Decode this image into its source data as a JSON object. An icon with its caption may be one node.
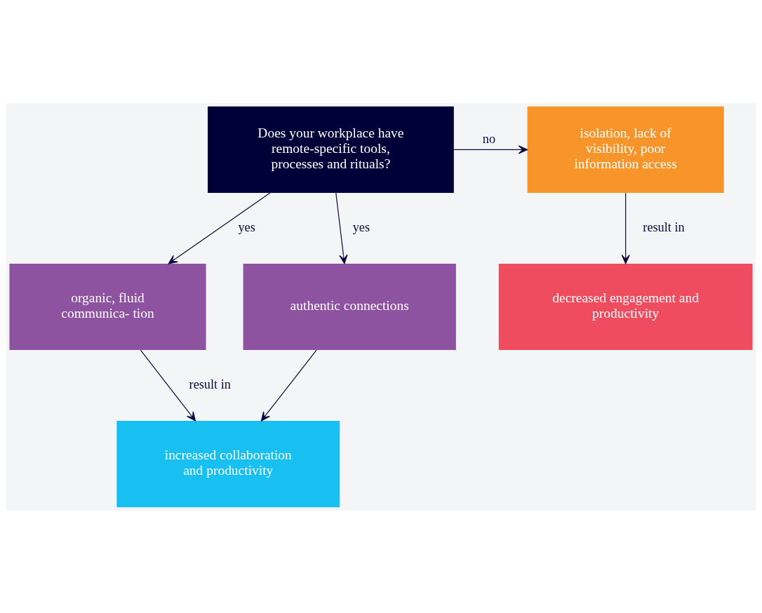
{
  "diagram": {
    "nodes": [
      {
        "text": [
          "Does your workplace have remote-specific tools, processes and rituals?"
        ]
      },
      {
        "text": [
          "isolation, lack of visibility, poor information access"
        ]
      },
      {
        "text": [
          "organic, fluid communica- tion"
        ]
      },
      {
        "text": [
          "authentic connections"
        ]
      },
      {
        "text": [
          "decreased engagement and productivity"
        ]
      },
      {
        "text": [
          "increased collaboration and productivity"
        ]
      }
    ],
    "edges": [
      {
        "from": 0,
        "to": 1,
        "arrow": "to",
        "label": "no"
      },
      {
        "from": 0,
        "to": 2,
        "arrow": "to",
        "label": "yes"
      },
      {
        "from": 0,
        "to": 3,
        "arrow": "to",
        "label": "yes"
      },
      {
        "from": 1,
        "to": 4,
        "arrow": "to",
        "label": "result in"
      },
      {
        "from": 2,
        "to": 5,
        "arrow": "to",
        "label": "result in"
      },
      {
        "from": 3,
        "to": 5,
        "arrow": "to"
      }
    ]
  }
}
